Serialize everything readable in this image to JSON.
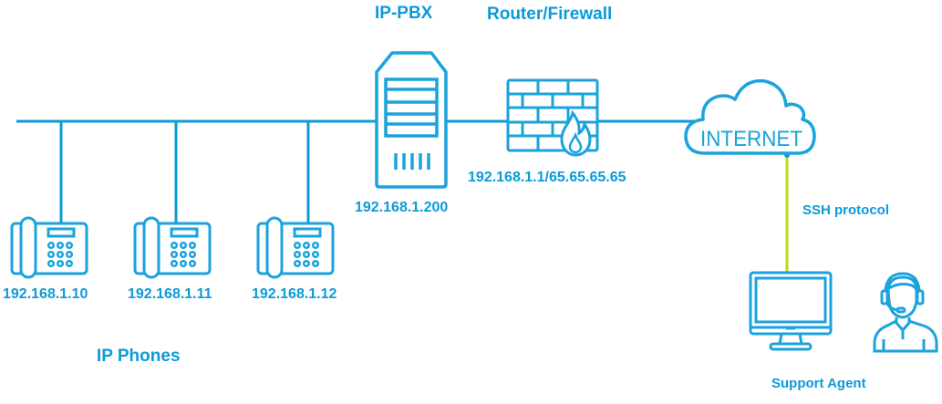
{
  "colors": {
    "primary": "#1aa3dc",
    "line": "#0c9ad8",
    "ssh_link": "#b7dd1a",
    "text": "#0c9ad8"
  },
  "labels": {
    "pbx_title": "IP-PBX",
    "router_title": "Router/Firewall",
    "pbx_ip": "192.168.1.200",
    "router_ip": "192.168.1.1/65.65.65.65",
    "internet": "INTERNET",
    "ssh": "SSH protocol",
    "ip_phones": "IP Phones",
    "support_agent": "Support Agent"
  },
  "phones": [
    {
      "ip": "192.168.1.10",
      "icon": "desk-phone-icon"
    },
    {
      "ip": "192.168.1.11",
      "icon": "desk-phone-icon"
    },
    {
      "ip": "192.168.1.12",
      "icon": "desk-phone-icon"
    }
  ],
  "icons": {
    "pbx": "server-tower-icon",
    "router": "firewall-brick-wall-icon",
    "internet": "cloud-icon",
    "monitor": "desktop-monitor-icon",
    "agent": "headset-agent-icon"
  }
}
